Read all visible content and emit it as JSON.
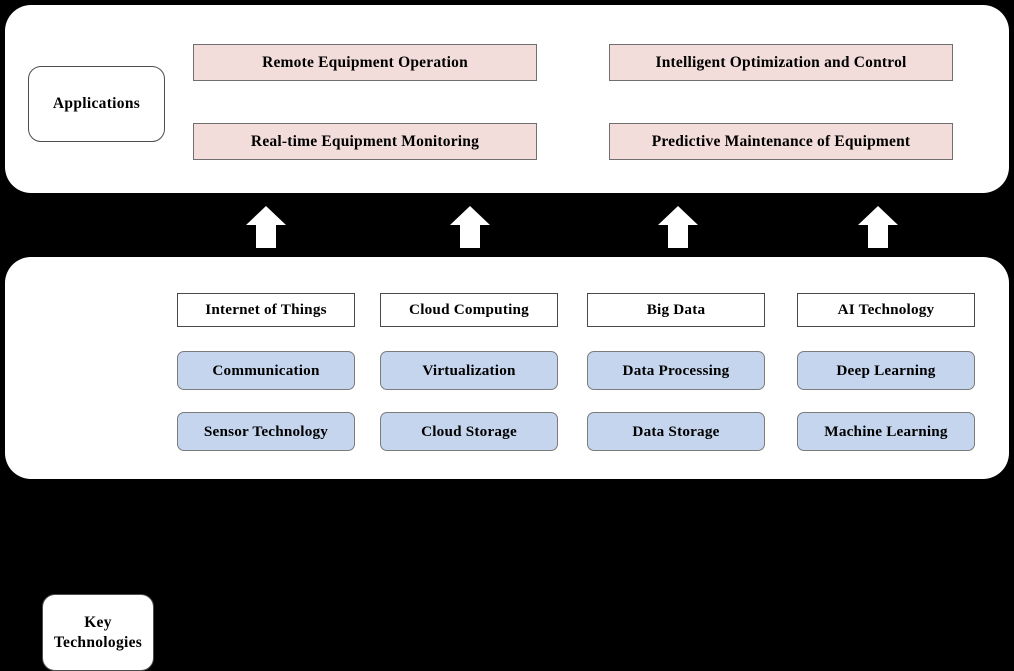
{
  "diagram": {
    "title": "Applications and Key Technologies Architecture",
    "colors": {
      "panel_background": "#ffffff",
      "outer_background": "#000000",
      "application_box": "#f2ddda",
      "technology_sub_box": "#c5d5ee",
      "technology_head_box": "#ffffff",
      "arrow": "#ffffff"
    }
  },
  "applications": {
    "label": "Applications",
    "boxes": [
      {
        "label": "Remote Equipment Operation"
      },
      {
        "label": "Intelligent Optimization and Control"
      },
      {
        "label": "Real-time Equipment Monitoring"
      },
      {
        "label": "Predictive Maintenance of Equipment"
      }
    ]
  },
  "connectors": {
    "icon": "arrow-up-icon",
    "count": 4,
    "direction": "up"
  },
  "key_technologies": {
    "label": "Key\nTechnologies",
    "label_line1": "Key",
    "label_line2": "Technologies",
    "columns": [
      {
        "head": "Internet of Things",
        "subs": [
          "Communication",
          "Sensor Technology"
        ]
      },
      {
        "head": "Cloud Computing",
        "subs": [
          "Virtualization",
          "Cloud Storage"
        ]
      },
      {
        "head": "Big Data",
        "subs": [
          "Data Processing",
          "Data Storage"
        ]
      },
      {
        "head": "AI Technology",
        "subs": [
          "Deep Learning",
          "Machine Learning"
        ]
      }
    ]
  }
}
